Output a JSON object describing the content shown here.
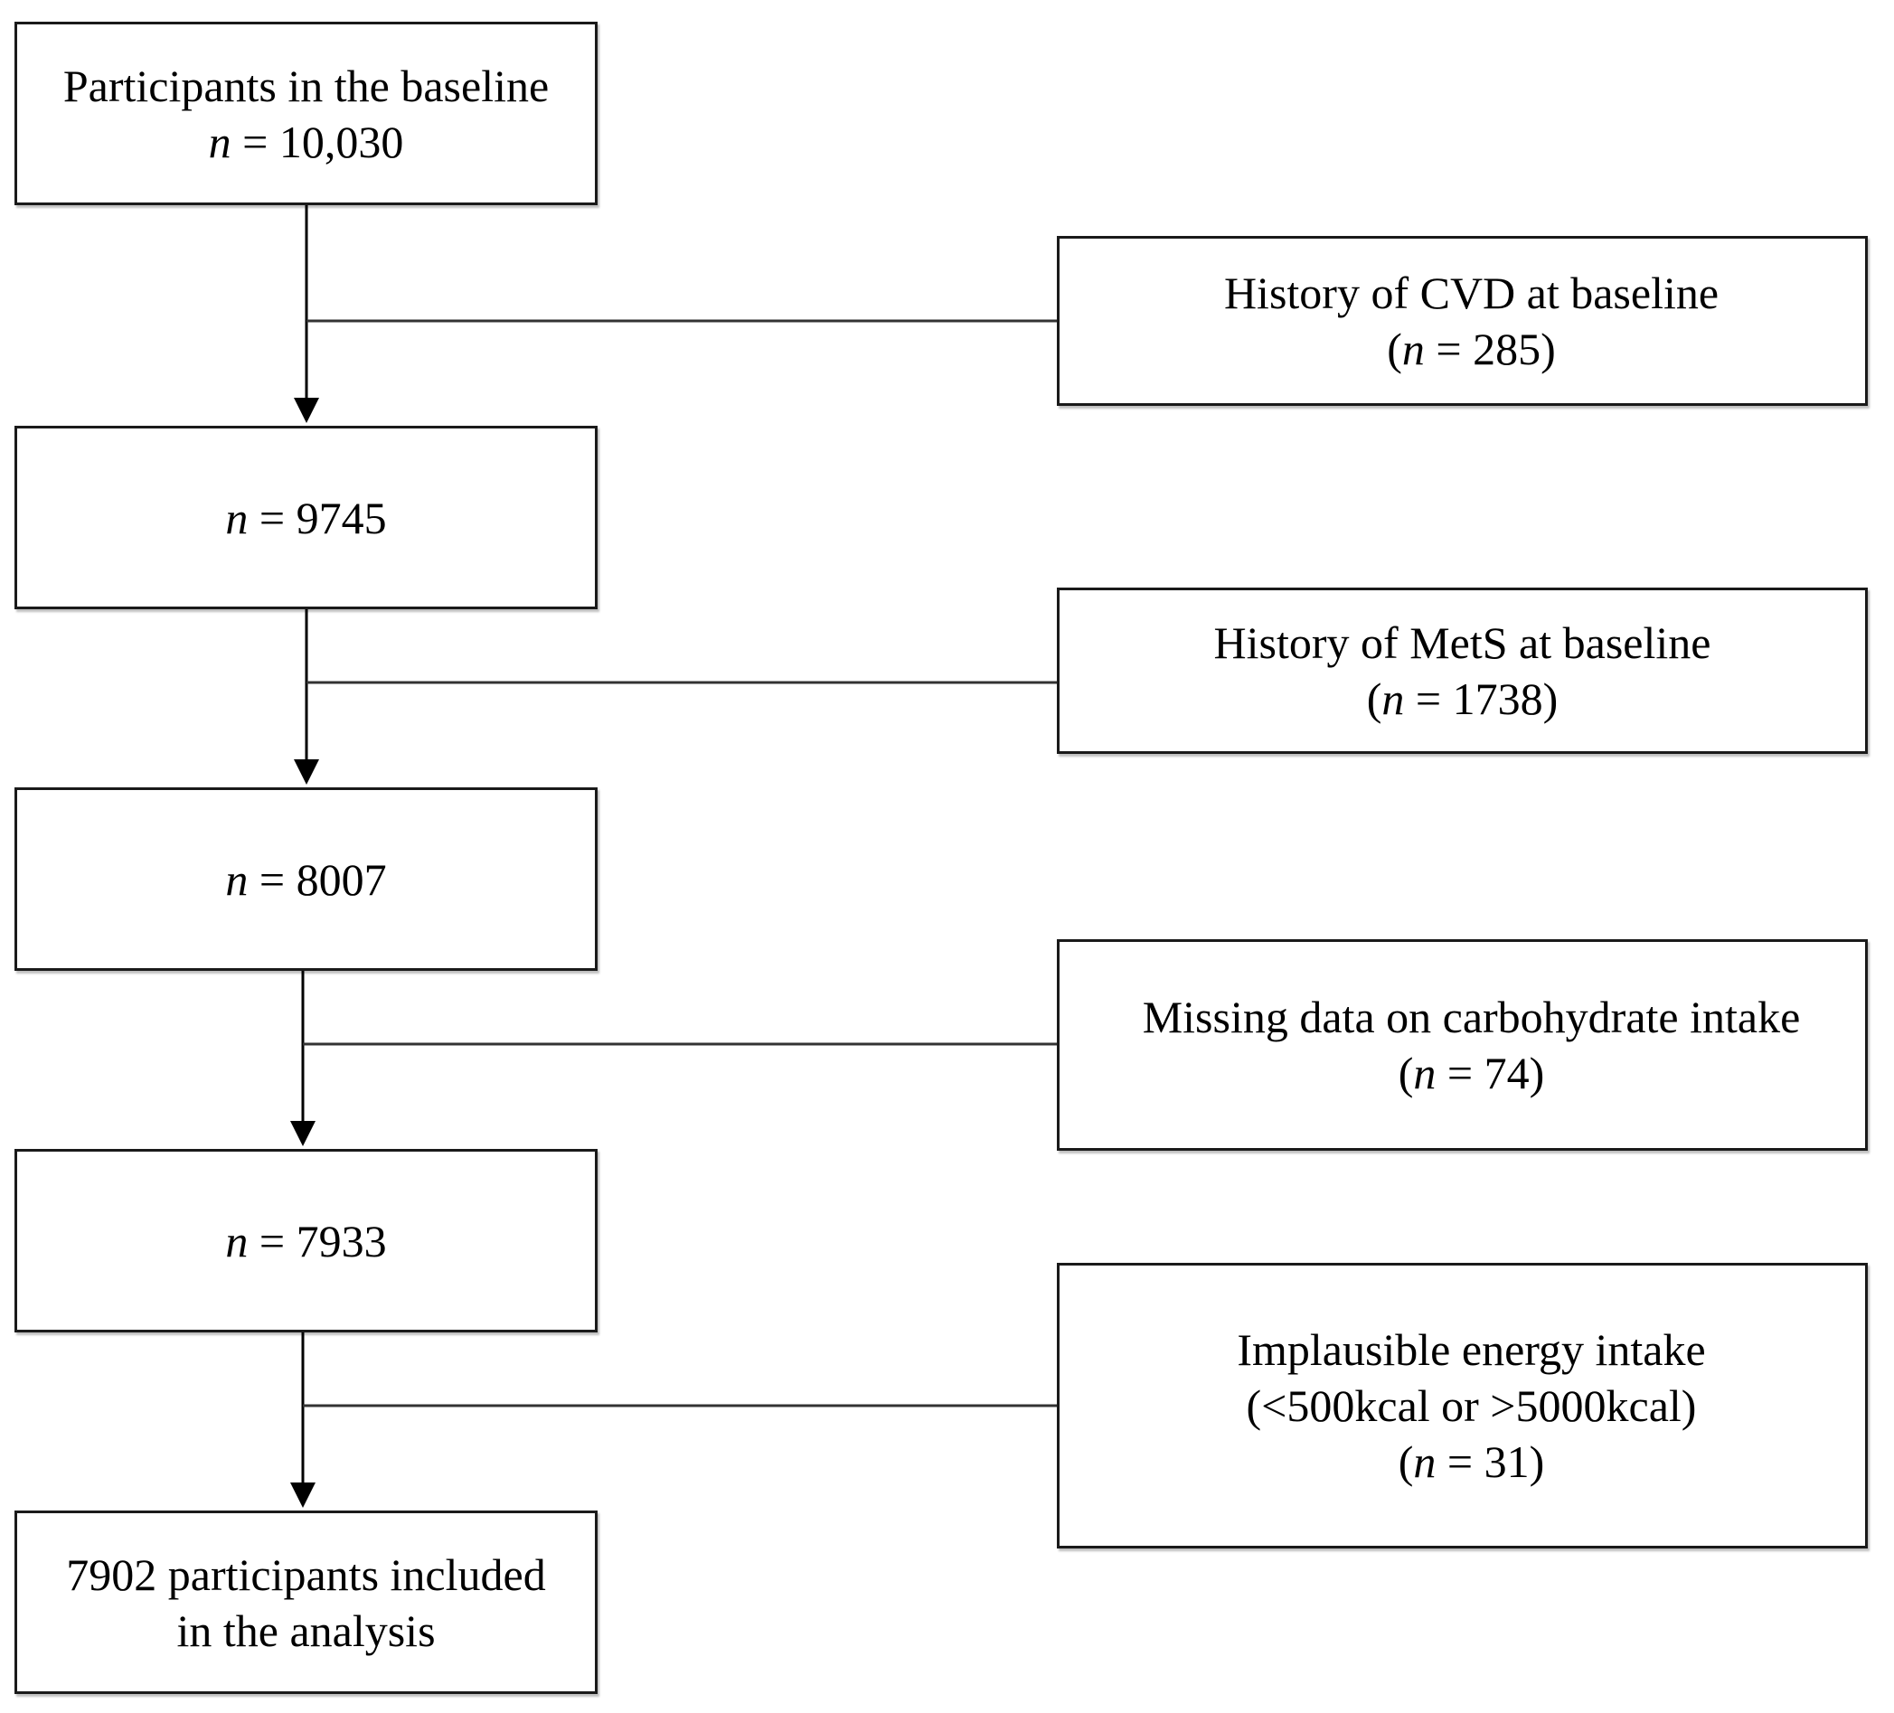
{
  "main_boxes": [
    {
      "lines": [
        {
          "text": "Participants in the baseline"
        },
        {
          "n_label": "n",
          "value": " = 10,030"
        }
      ]
    },
    {
      "lines": [
        {
          "n_label": "n",
          "value": " = 9745"
        }
      ]
    },
    {
      "lines": [
        {
          "n_label": "n",
          "value": " = 8007"
        }
      ]
    },
    {
      "lines": [
        {
          "n_label": "n",
          "value": " = 7933"
        }
      ]
    },
    {
      "lines": [
        {
          "text": "7902 participants included"
        },
        {
          "text": "in the analysis"
        }
      ]
    }
  ],
  "exclusion_boxes": [
    {
      "lines": [
        {
          "text": "History of CVD at baseline"
        },
        {
          "prefix": "(",
          "n_label": "n",
          "value": " = 285",
          "suffix": ")"
        }
      ]
    },
    {
      "lines": [
        {
          "text": "History of MetS at baseline"
        },
        {
          "prefix": "(",
          "n_label": "n",
          "value": " = 1738",
          "suffix": ")"
        }
      ]
    },
    {
      "lines": [
        {
          "text": "Missing data on carbohydrate intake"
        },
        {
          "prefix": "(",
          "n_label": "n",
          "value": " = 74",
          "suffix": ")"
        }
      ]
    },
    {
      "lines": [
        {
          "text": "Implausible energy intake"
        },
        {
          "text": "(<500kcal or >5000kcal)"
        },
        {
          "prefix": "(",
          "n_label": "n",
          "value": " = 31",
          "suffix": ")"
        }
      ]
    }
  ]
}
